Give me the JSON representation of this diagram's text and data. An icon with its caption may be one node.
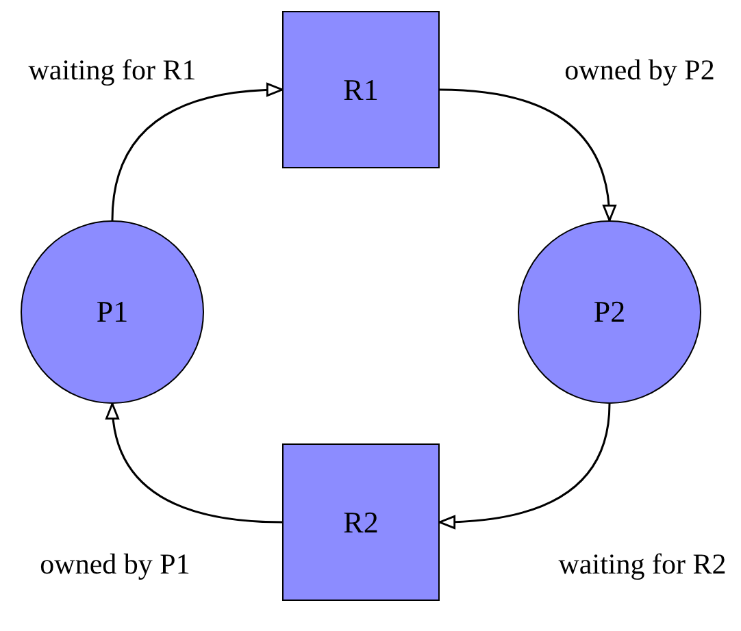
{
  "diagram": {
    "nodes": [
      {
        "text": [
          "R1"
        ]
      },
      {
        "text": [
          "P1"
        ]
      },
      {
        "text": [
          "P2"
        ]
      },
      {
        "text": [
          "R2"
        ]
      }
    ],
    "edges": [
      {
        "from": 1,
        "to": 0,
        "arrow": "to",
        "label": "waiting for R1"
      },
      {
        "from": 0,
        "to": 2,
        "arrow": "to",
        "label": "owned by P2"
      },
      {
        "from": 2,
        "to": 3,
        "arrow": "to",
        "label": "waiting for R2"
      },
      {
        "from": 3,
        "to": 1,
        "arrow": "to",
        "label": "owned by P1"
      }
    ]
  }
}
